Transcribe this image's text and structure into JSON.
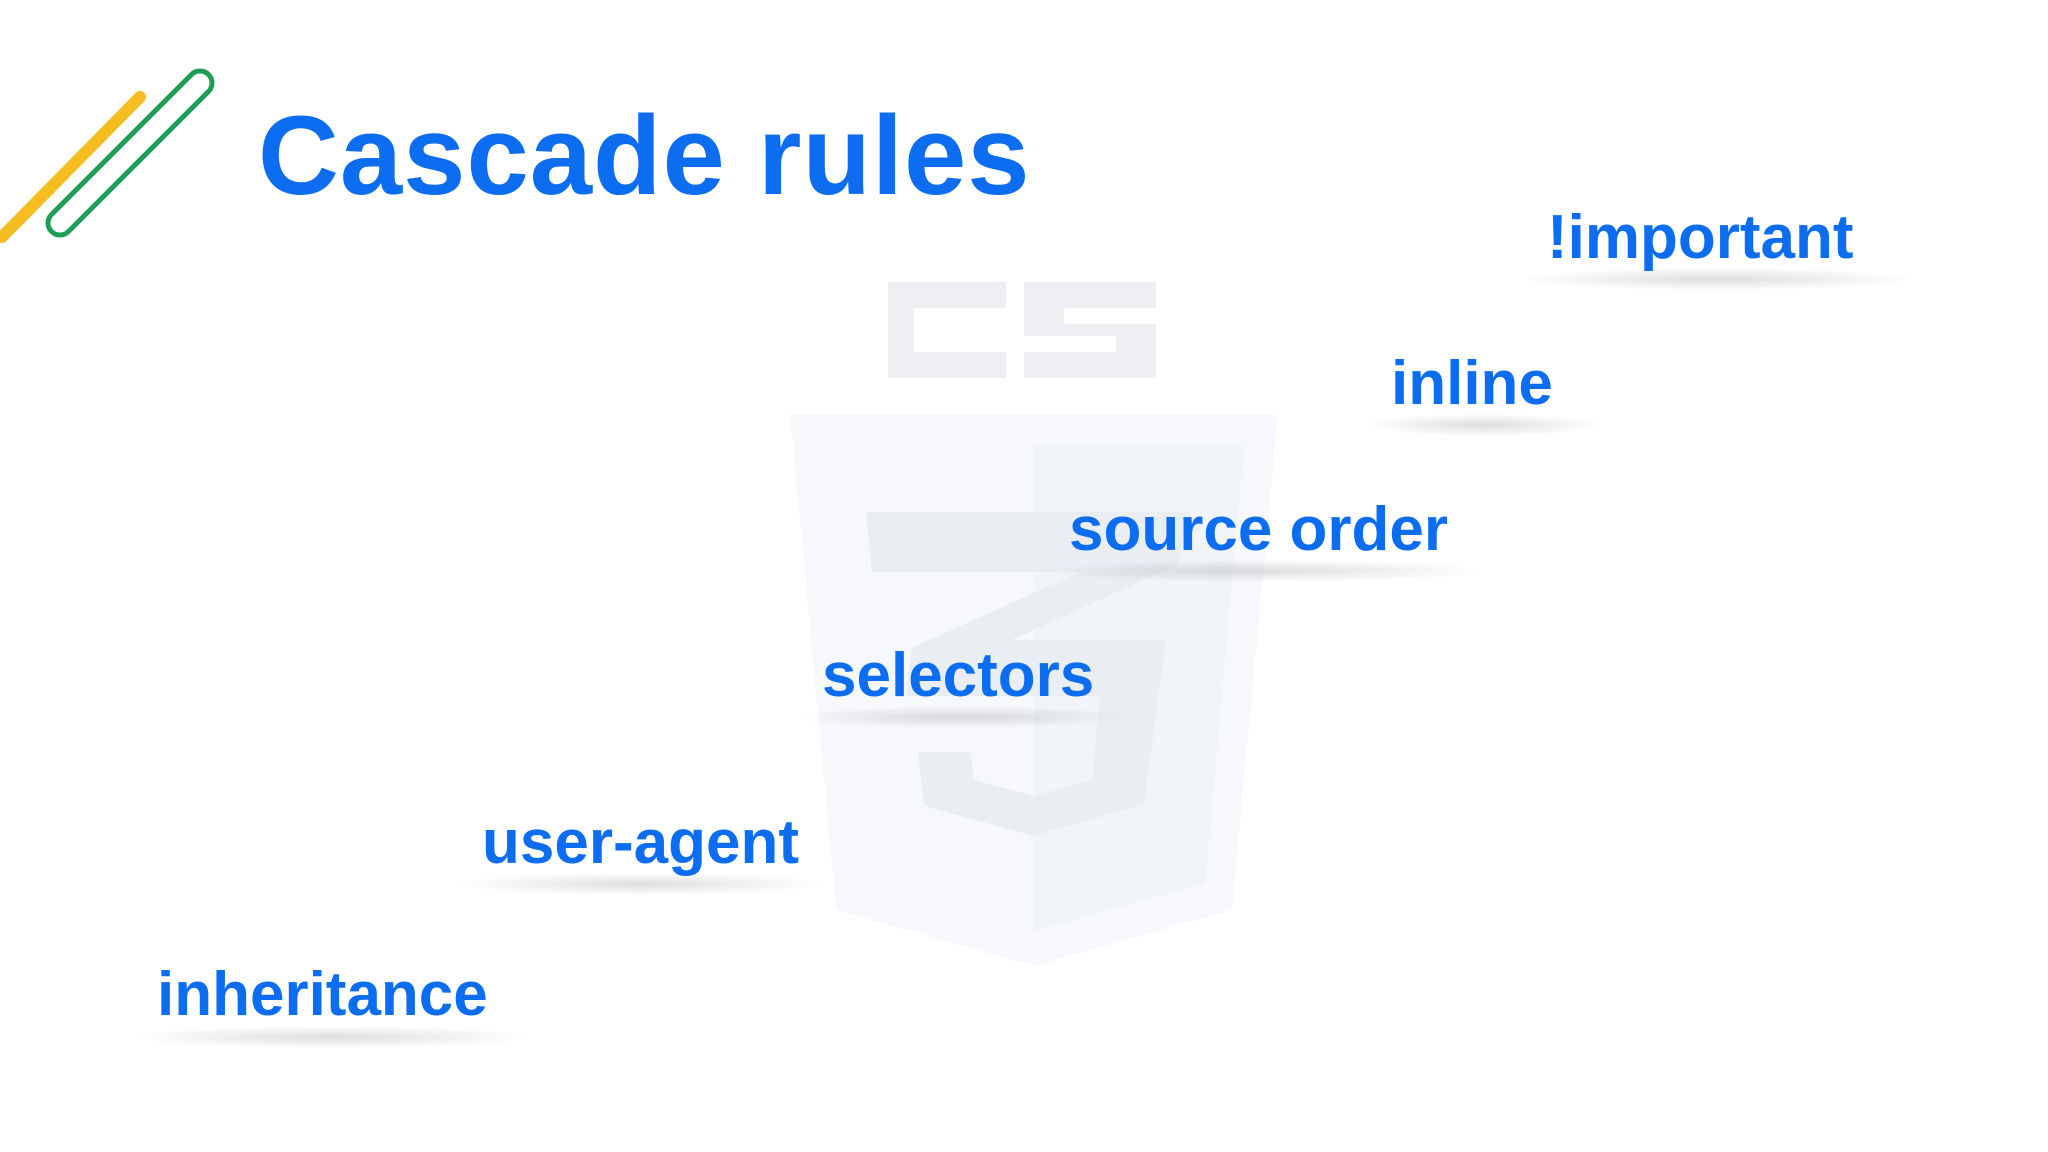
{
  "slide": {
    "title": "Cascade rules",
    "terms": [
      {
        "id": "important",
        "label": "!important"
      },
      {
        "id": "inline",
        "label": "inline"
      },
      {
        "id": "source-order",
        "label": "source order"
      },
      {
        "id": "selectors",
        "label": "selectors"
      },
      {
        "id": "user-agent",
        "label": "user-agent"
      },
      {
        "id": "inheritance",
        "label": "inheritance"
      }
    ]
  },
  "watermark": {
    "icon": "css3-logo-icon"
  },
  "colors": {
    "text": "#0d6df0",
    "accent_yellow": "#f5bd1f",
    "accent_green": "#1e9e57",
    "watermark": "#e9eef4",
    "background": "#ffffff"
  }
}
